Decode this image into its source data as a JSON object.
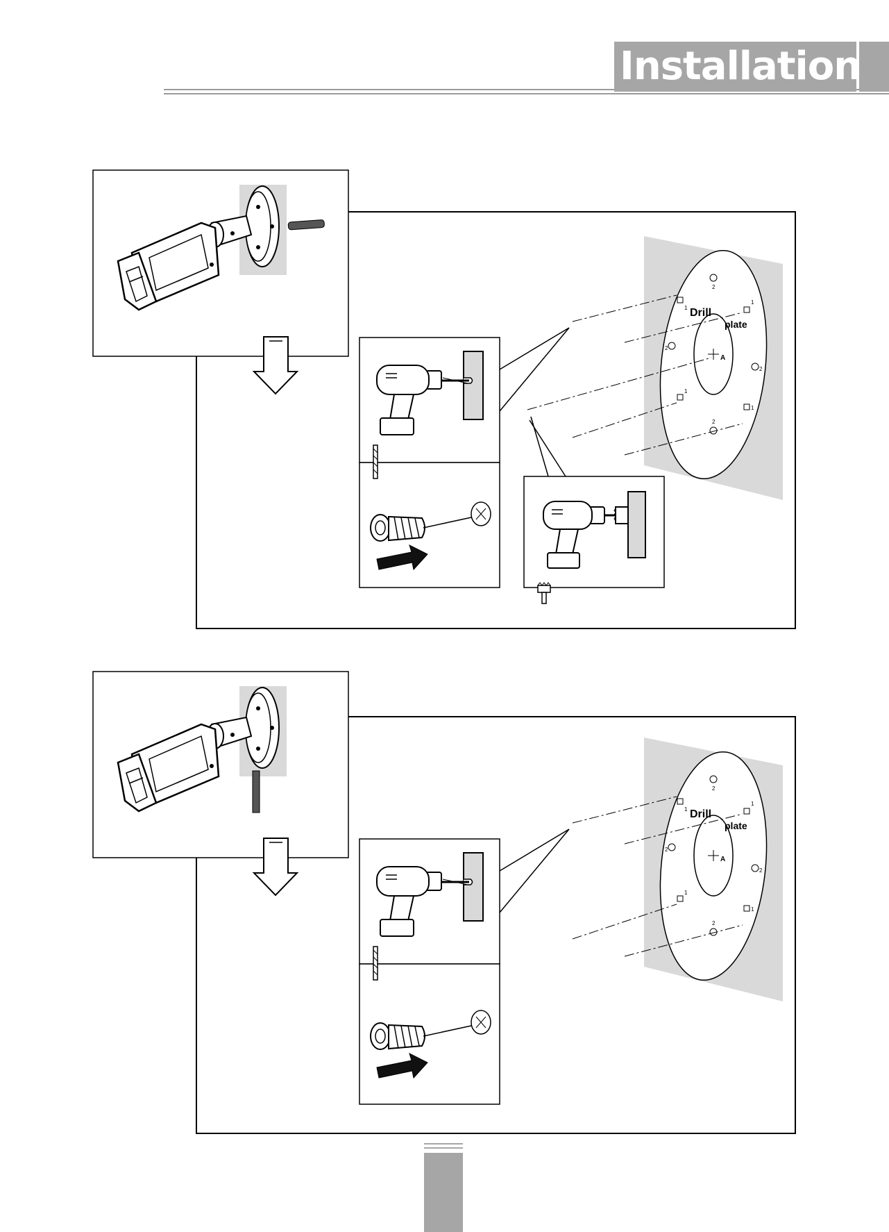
{
  "header": {
    "title": "Installation"
  },
  "template": {
    "drill_label": "Drill",
    "plate_label": "plate",
    "center_mark": "A",
    "hole_label_1": "1",
    "hole_label_2": "2"
  },
  "colors": {
    "header_gray": "#a6a6a6",
    "wall_gray": "#d9d9d9",
    "line": "#000000"
  },
  "figures": [
    {
      "name": "figure-rear-cable-mount",
      "steps": [
        "drill",
        "anchor",
        "hole-saw"
      ]
    },
    {
      "name": "figure-side-cable-mount",
      "steps": [
        "drill",
        "anchor"
      ]
    }
  ]
}
